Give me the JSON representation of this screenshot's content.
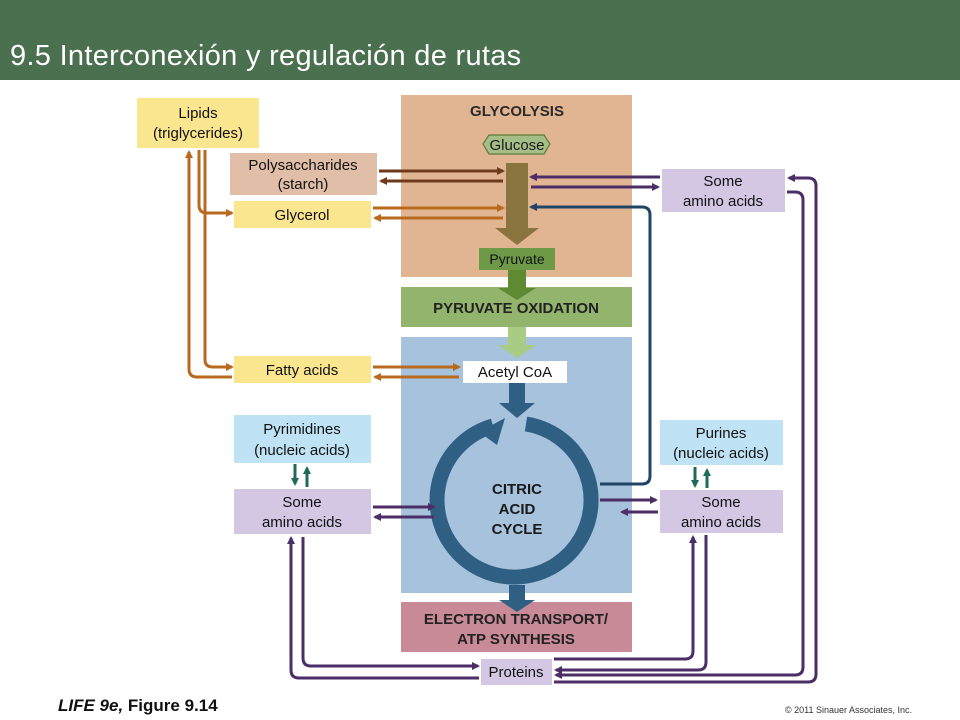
{
  "slide": {
    "title": "9.5 Interconexión y regulación de rutas",
    "figure_caption_italic": "LIFE 9e,",
    "figure_caption_rest": " Figure 9.14",
    "copyright": "© 2011 Sinauer Associates, Inc."
  },
  "diagram": {
    "glycolysis": "GLYCOLYSIS",
    "glucose": "Glucose",
    "pyruvate": "Pyruvate",
    "pyruvate_oxidation": "PYRUVATE OXIDATION",
    "acetyl_coa": "Acetyl CoA",
    "citric_line1": "CITRIC",
    "citric_line2": "ACID",
    "citric_line3": "CYCLE",
    "etc_line1": "ELECTRON TRANSPORT/",
    "etc_line2": "ATP SYNTHESIS",
    "lipids_line1": "Lipids",
    "lipids_line2": "(triglycerides)",
    "polysacch_line1": "Polysaccharides",
    "polysacch_line2": "(starch)",
    "glycerol": "Glycerol",
    "fatty_acids": "Fatty acids",
    "pyrimidines_line1": "Pyrimidines",
    "pyrimidines_line2": "(nucleic acids)",
    "purines_line1": "Purines",
    "purines_line2": "(nucleic acids)",
    "amino_top_line1": "Some",
    "amino_top_line2": "amino acids",
    "amino_left_line1": "Some",
    "amino_left_line2": "amino acids",
    "amino_right_line1": "Some",
    "amino_right_line2": "amino acids",
    "proteins": "Proteins"
  },
  "colors": {
    "header": "#4a7050",
    "glycolysis_bg": "#e2b592",
    "oxidation_bg": "#93b46c",
    "citric_bg": "#a6c2dc",
    "etc_bg": "#c78a96",
    "lipid_box": "#fbe690",
    "polysacch_box": "#e1bea8",
    "nucleic_box": "#bfe3f4",
    "amino_box": "#d3c7e4",
    "lipid_arrow": "#b86a1f",
    "polysacch_arrow": "#6e3a1e",
    "amino_arrow": "#4c2e66",
    "nucleic_arrow": "#1f6a5a",
    "cycle": "#2f6083",
    "blue_arrow": "#1f4465"
  }
}
